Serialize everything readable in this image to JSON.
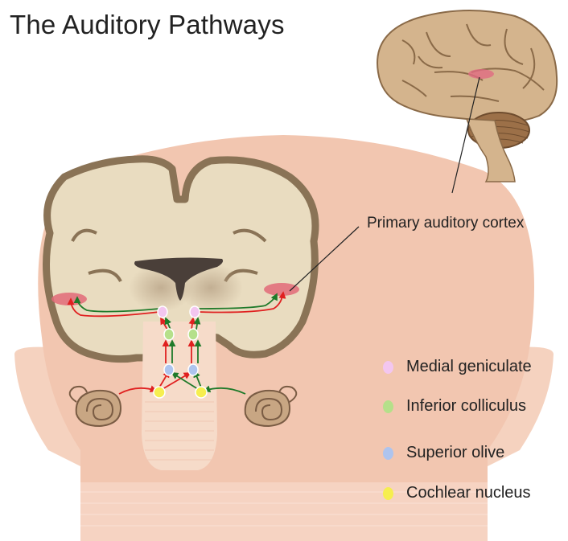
{
  "title": "The Auditory Pathways",
  "callout": "Primary auditory cortex",
  "legend": [
    {
      "label": "Medial geniculate",
      "color": "#f3c6f0"
    },
    {
      "label": "Inferior colliculus",
      "color": "#b5e08a"
    },
    {
      "label": "Superior olive",
      "color": "#aec4ee"
    },
    {
      "label": "Cochlear nucleus",
      "color": "#f6ee4f"
    }
  ],
  "colors": {
    "skin": "#f2c6b0",
    "skin_dark": "#e9b49b",
    "brain_fill": "#e9dcc0",
    "brain_outline": "#8a7356",
    "brain_side": "#d4b48d",
    "cortex_highlight": "#e26a78",
    "pathway_red": "#e02020",
    "pathway_green": "#1f7a2a"
  }
}
